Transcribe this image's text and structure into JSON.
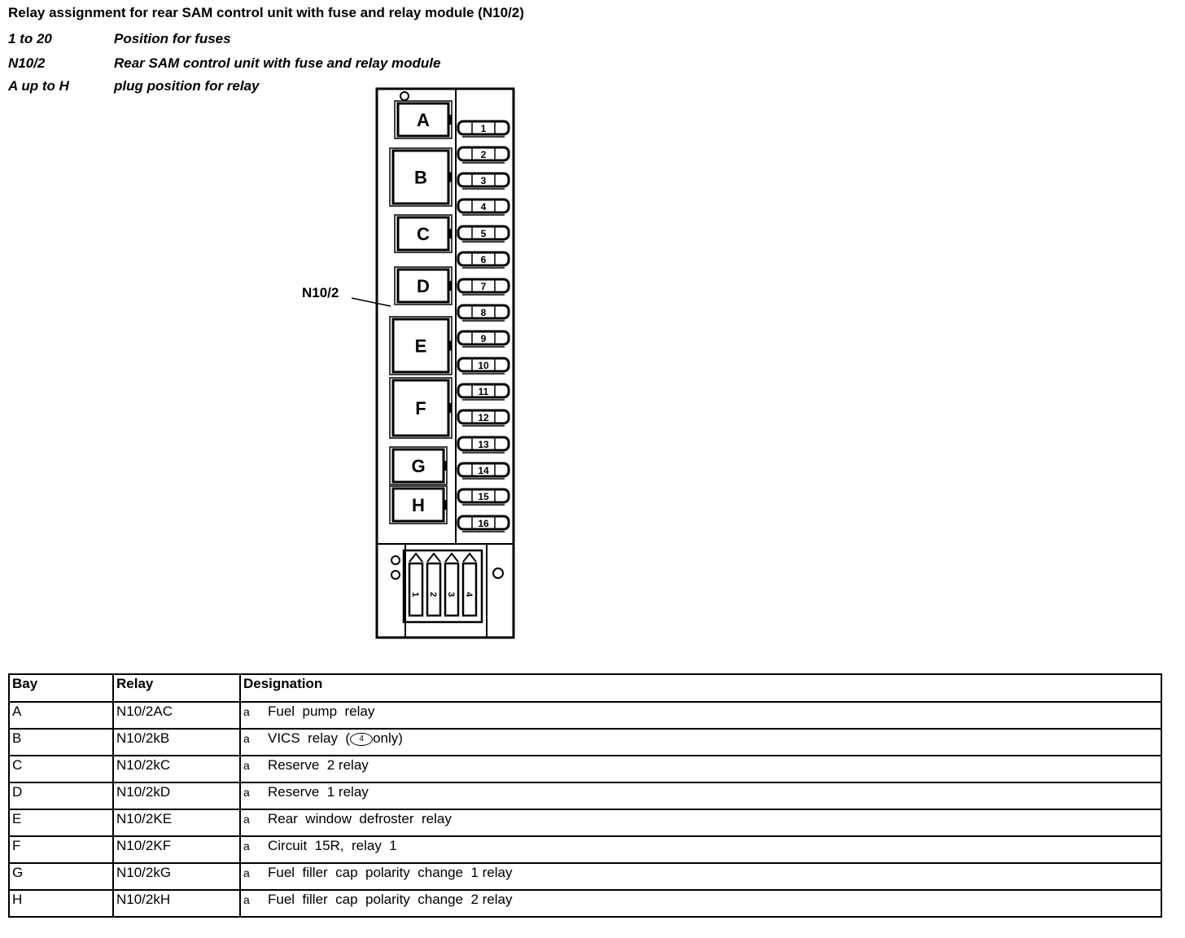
{
  "title": "Relay assignment for rear SAM control unit with fuse and relay module (N10/2)",
  "legend": [
    {
      "key": "1 to 20",
      "value": "Position for fuses"
    },
    {
      "key": "N10/2",
      "value": "Rear SAM control unit with fuse and relay module"
    },
    {
      "key": "A up to H",
      "value": "plug position for relay"
    }
  ],
  "diagram": {
    "callout": "N10/2",
    "relays": [
      "A",
      "B",
      "C",
      "D",
      "E",
      "F",
      "G",
      "H"
    ],
    "fuses": [
      "1",
      "2",
      "3",
      "4",
      "5",
      "6",
      "7",
      "8",
      "9",
      "10",
      "11",
      "12",
      "13",
      "14",
      "15",
      "16"
    ],
    "connector_pins": [
      "1",
      "2",
      "3",
      "4"
    ]
  },
  "table": {
    "headers": [
      "Bay",
      "Relay",
      "Designation"
    ],
    "rows": [
      {
        "bay": "A",
        "relay": "N10/2AC",
        "mark": "a",
        "designation": "Fuel  pump  relay"
      },
      {
        "bay": "B",
        "relay": "N10/2kB",
        "mark": "a",
        "designation": "VICS  relay  (",
        "badge": "4",
        "suffix": "only)"
      },
      {
        "bay": "C",
        "relay": "N10/2kC",
        "mark": "a",
        "designation": "Reserve  2 relay"
      },
      {
        "bay": "D",
        "relay": "N10/2kD",
        "mark": "a",
        "designation": "Reserve  1 relay"
      },
      {
        "bay": "E",
        "relay": "N10/2KE",
        "mark": "a",
        "designation": "Rear  window  defroster  relay"
      },
      {
        "bay": "F",
        "relay": "N10/2KF",
        "mark": "a",
        "designation": "Circuit  15R,  relay  1"
      },
      {
        "bay": "G",
        "relay": "N10/2kG",
        "mark": "a",
        "designation": "Fuel  filler  cap  polarity  change  1 relay"
      },
      {
        "bay": "H",
        "relay": "N10/2kH",
        "mark": "a",
        "designation": "Fuel  filler  cap  polarity  change  2 relay"
      }
    ]
  }
}
